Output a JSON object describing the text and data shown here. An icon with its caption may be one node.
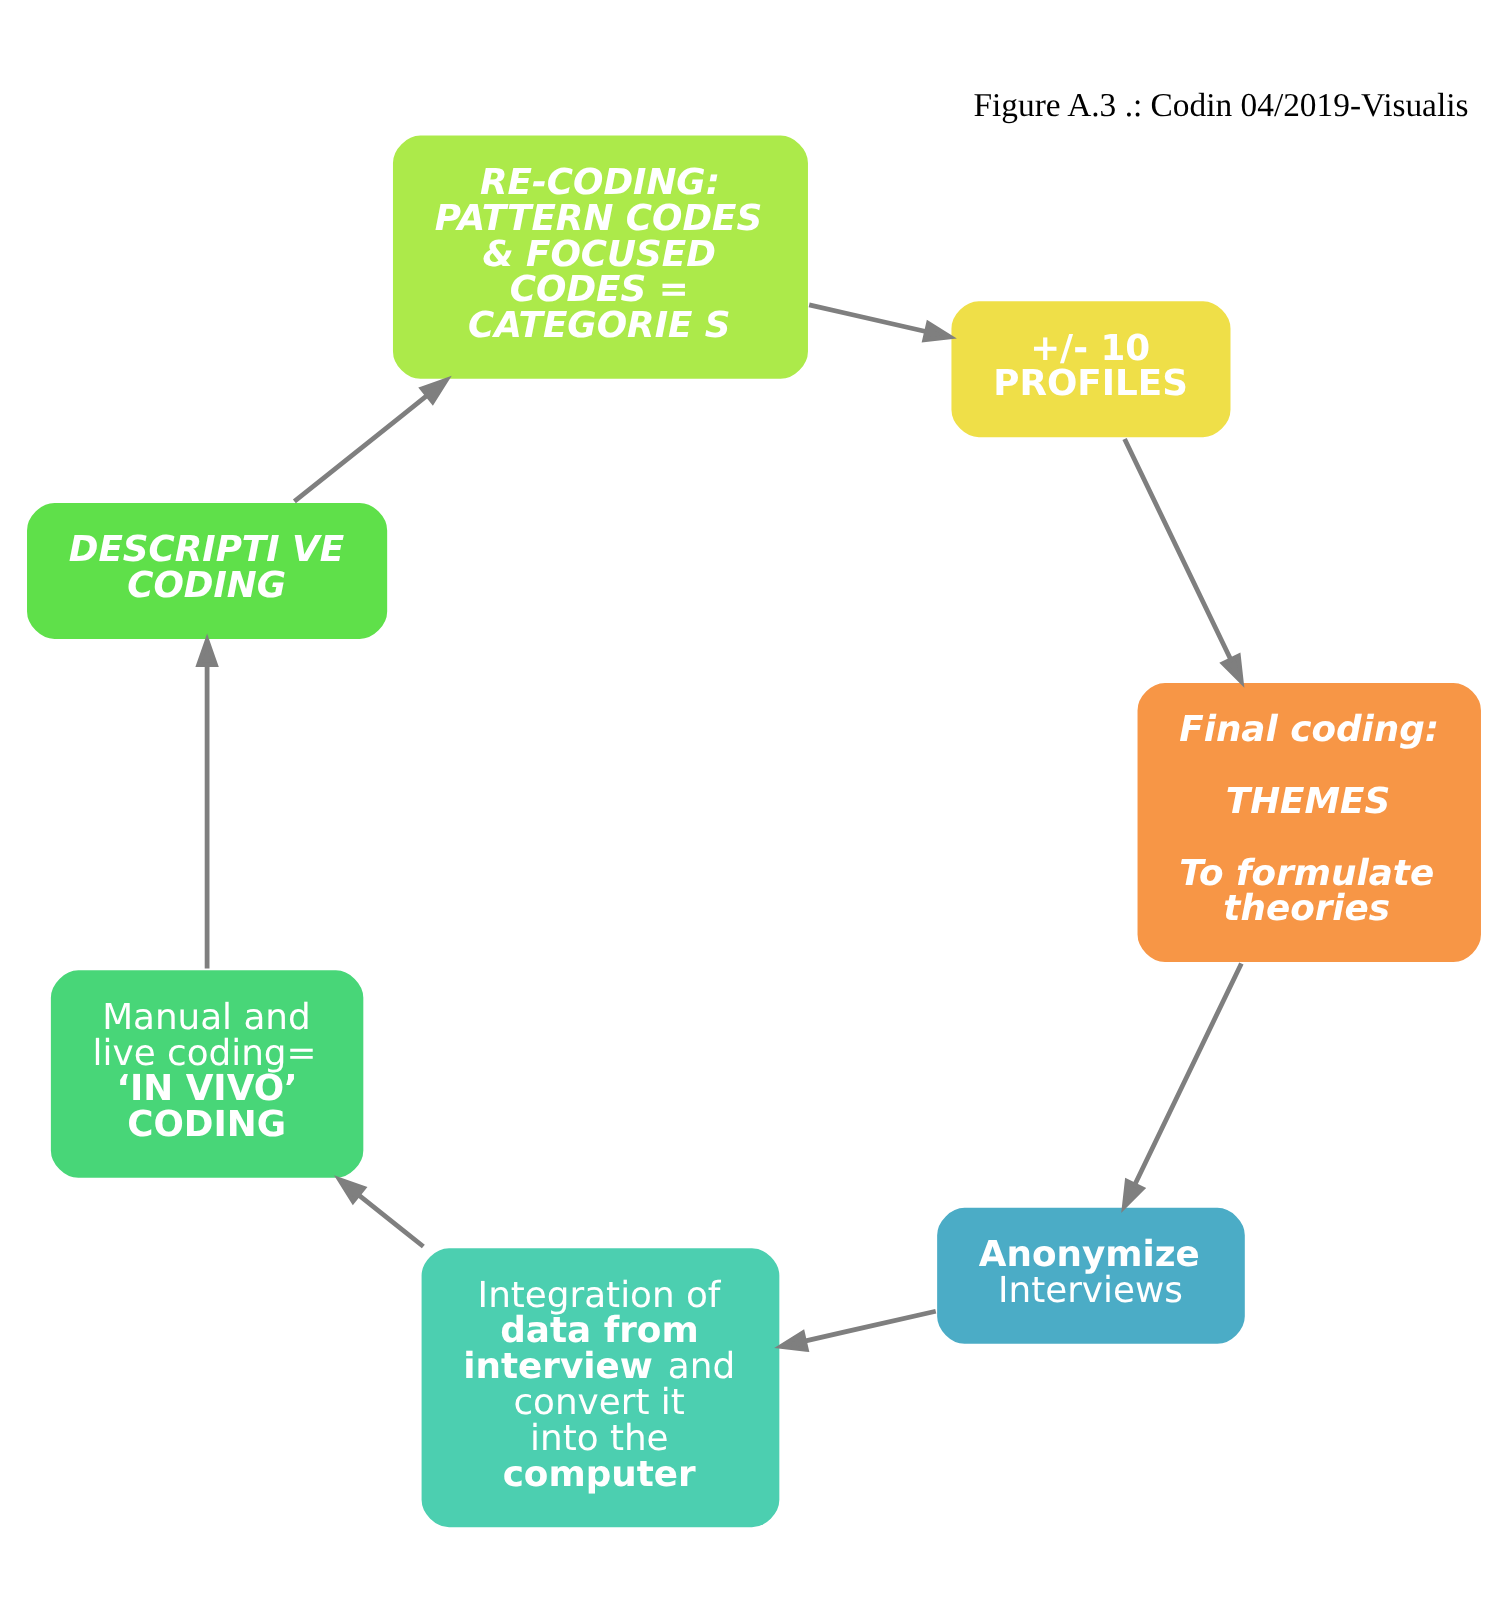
{
  "diagram": {
    "caption": "Figure A.3 .: Codin 04/2019-Visualis",
    "nodes": [
      {
        "text": [
          "**Anonymize** Interviews"
        ]
      },
      {
        "text": [
          "Integration of **data from interview** and convert it into the **computer**"
        ]
      },
      {
        "text": [
          "Manual and live coding= **‘IN VIVO’ CODING**"
        ]
      },
      {
        "text": [
          "DESCRIPTI VE CODING"
        ]
      },
      {
        "text": [
          "RE-CODING: PATTERN CODES & FOCUSED CODES = CATEGORIE S"
        ]
      },
      {
        "text": [
          "+/- 10 PROFILES"
        ]
      },
      {
        "text": [
          "Final coding:",
          "THEMES",
          "To formulate theories"
        ]
      }
    ],
    "edges": [
      {
        "from": 0,
        "to": 1,
        "arrow": "to"
      },
      {
        "from": 1,
        "to": 2,
        "arrow": "to"
      },
      {
        "from": 2,
        "to": 3,
        "arrow": "to"
      },
      {
        "from": 3,
        "to": 4,
        "arrow": "to"
      },
      {
        "from": 4,
        "to": 5,
        "arrow": "to"
      },
      {
        "from": 5,
        "to": 6,
        "arrow": "to"
      },
      {
        "from": 6,
        "to": 0,
        "arrow": "to"
      }
    ]
  }
}
